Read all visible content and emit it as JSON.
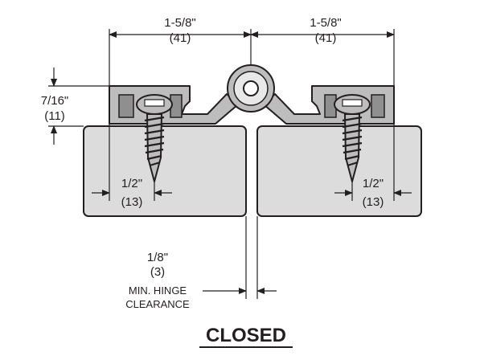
{
  "dimensions": {
    "top_left": {
      "fraction": "1-5/8\"",
      "metric": "(41)"
    },
    "top_right": {
      "fraction": "1-5/8\"",
      "metric": "(41)"
    },
    "height": {
      "fraction": "7/16\"",
      "metric": "(11)"
    },
    "screw_left": {
      "fraction": "1/2\"",
      "metric": "(13)"
    },
    "screw_right": {
      "fraction": "1/2\"",
      "metric": "(13)"
    },
    "clearance": {
      "fraction": "1/8\"",
      "metric": "(3)",
      "label_line1": "MIN. HINGE",
      "label_line2": "CLEARANCE"
    }
  },
  "title": "CLOSED"
}
